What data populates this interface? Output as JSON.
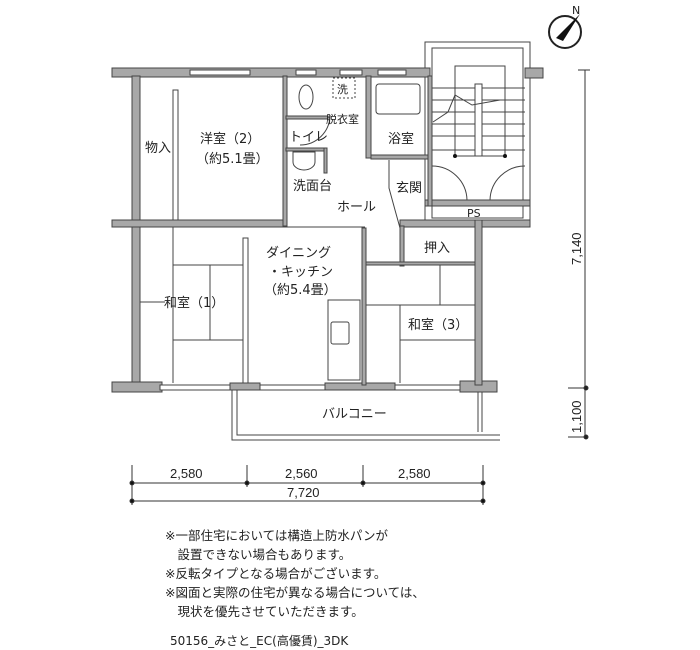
{
  "rooms": {
    "storage_west": "物入",
    "western_room": "洋室（2）",
    "western_room_size": "（約5.1畳）",
    "toilet": "トイレ",
    "washer": "洗",
    "dressing": "脱衣室",
    "bath": "浴室",
    "washbasin": "洗面台",
    "entrance": "玄関",
    "hall": "ホール",
    "ps": "PS",
    "closet": "押入",
    "dk_line1": "ダイニング",
    "dk_line2": "・キッチン",
    "dk_size": "（約5.4畳）",
    "japanese_room_1": "和室（1）",
    "japanese_room_3": "和室（3）",
    "balcony": "バルコニー"
  },
  "compass": "N",
  "dimensions": {
    "depth": "7,140",
    "balcony_depth": "1,100",
    "widths": [
      "2,580",
      "2,560",
      "2,580"
    ],
    "total_width": "7,720"
  },
  "notes": [
    "※一部住宅においては構造上防水パンが",
    "　設置できない場合もあります。",
    "※反転タイプとなる場合がございます。",
    "※図面と実際の住宅が異なる場合については、",
    "　現状を優先させていただきます。"
  ],
  "footer": "50156_みさと_EC(高優賃)_3DK"
}
